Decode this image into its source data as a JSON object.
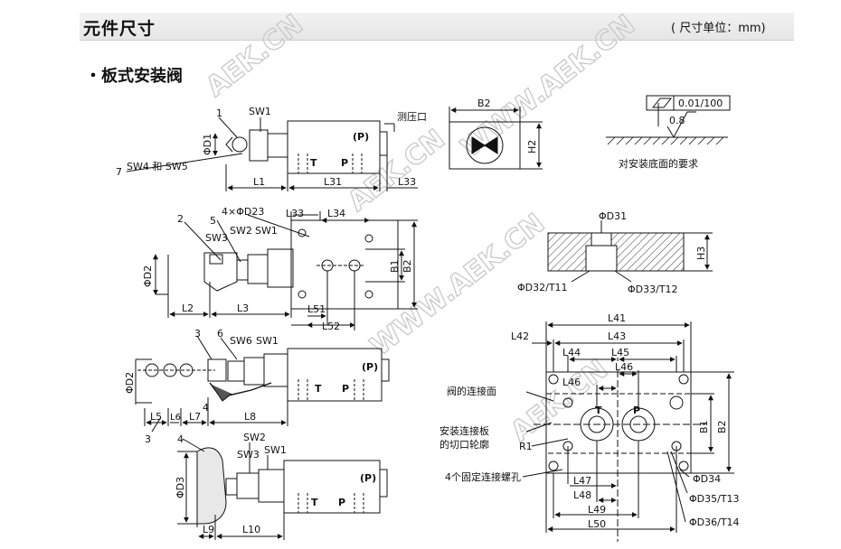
{
  "header": {
    "title": "元件尺寸",
    "units": "( 尺寸单位：mm)",
    "section": "・板式安装阀"
  },
  "watermark": "AEK.CN",
  "watermark_url": "WWW.AEK.CN",
  "labels": {
    "one": "1",
    "two": "2",
    "three": "3",
    "three_b": "3",
    "four": "4",
    "five": "5",
    "six": "6",
    "seven": "7",
    "sw1_a": "SW1",
    "sw1_b": "SW1",
    "sw1_c": "SW1",
    "sw1_d": "SW1",
    "sw2_a": "SW2",
    "sw2_b": "SW2",
    "sw3_a": "SW3",
    "sw3_b": "SW3",
    "sw4_sw5": "SW4 和 SW5",
    "sw6": "SW6",
    "d1": "ΦD1",
    "d2_a": "ΦD2",
    "d2_b": "ΦD2",
    "d3": "ΦD3",
    "d23": "4×ΦD23",
    "l1": "L1",
    "l2": "L2",
    "l3": "L3",
    "l5": "L5",
    "l6": "L6",
    "l7": "L7",
    "l8": "L8",
    "l9": "L9",
    "l10": "L10",
    "l31": "L31",
    "l33_a": "L33",
    "l33_b": "L33",
    "l34": "L34",
    "l51": "L51",
    "l52": "L52",
    "b1_a": "B1",
    "b2_a": "B2",
    "b2_top": "B2",
    "h2": "H2",
    "gauge_port": "测压口",
    "p_paren_a": "(P)",
    "p_paren_b": "(P)",
    "p_paren_c": "(P)",
    "t_a": "T",
    "p_a": "P",
    "t_b": "T",
    "p_b": "P",
    "t_c": "T",
    "p_c": "P",
    "flatness": "0.01/100",
    "roughness": "0.8",
    "surface_req": "对安装底面的要求",
    "d31": "ΦD31",
    "h3": "H3",
    "d32": "ΦD32/T11",
    "d33": "ΦD33/T12",
    "l41": "L41",
    "l42": "L42",
    "l43": "L43",
    "l44": "L44",
    "l45": "L45",
    "l46_a": "L46",
    "l46_b": "L46",
    "l47": "L47",
    "l48": "L48",
    "l49": "L49",
    "l50": "L50",
    "b1_b": "B1",
    "b2_b": "B2",
    "t_plate": "T",
    "p_plate": "P",
    "valve_face": "阀的连接面",
    "plate_cut_1": "安装连接板",
    "plate_cut_2": "的切口轮廓",
    "r1": "R1",
    "fix_holes": "4个固定连接螺孔",
    "d34": "ΦD34",
    "d35": "ΦD35/T13",
    "d36": "ΦD36/T14"
  }
}
